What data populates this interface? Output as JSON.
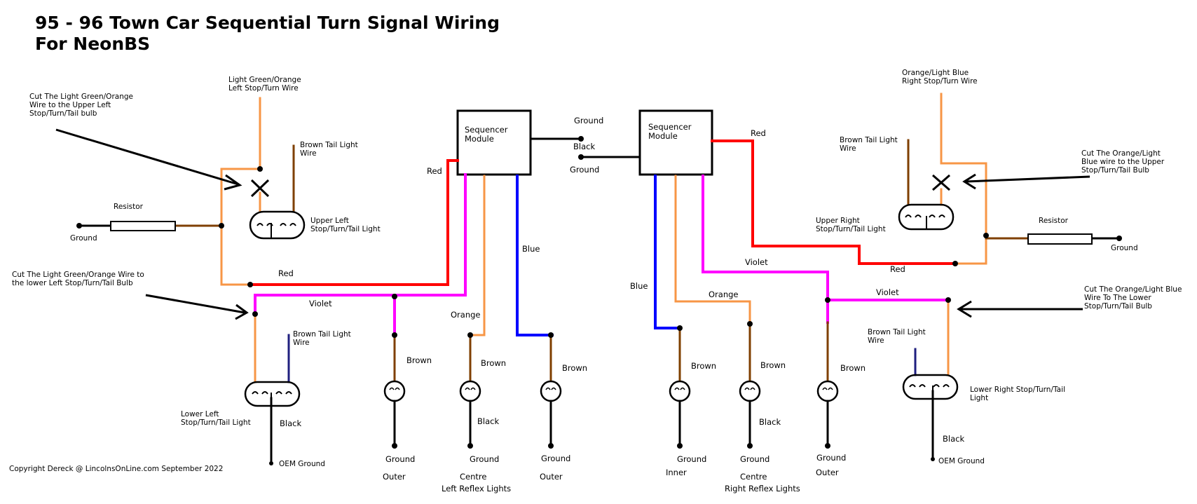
{
  "title": {
    "line1": "95 - 96 Town Car Sequential Turn Signal Wiring",
    "line2": "For NeonBS"
  },
  "copyright": "Copyright Dereck @ LincolnsOnLine.com September 2022",
  "colors": {
    "red": "#ff0000",
    "violet": "#ff00ff",
    "orange": "#f79646",
    "blue": "#0000ff",
    "brown": "#7f3f00",
    "black": "#000000",
    "navy": "#1f1f7f"
  },
  "modules": {
    "left": {
      "line1": "Sequencer",
      "line2": "Module"
    },
    "right": {
      "line1": "Sequencer",
      "line2": "Module"
    }
  },
  "center_labels": {
    "ground_top": "Ground",
    "black": "Black",
    "ground_bottom": "Ground"
  },
  "left_side": {
    "cut_upper": {
      "line1": "Cut The Light Green/Orange",
      "line2": "Wire to the Upper Left",
      "line3": "Stop/Turn/Tail bulb"
    },
    "stop_turn_wire": {
      "line1": "Light Green/Orange",
      "line2": "Left Stop/Turn Wire"
    },
    "brown_tail_upper": {
      "line1": "Brown Tail Light",
      "line2": "Wire"
    },
    "resistor": "Resistor",
    "ground": "Ground",
    "upper_bulb": {
      "line1": "Upper Left",
      "line2": "Stop/Turn/Tail Light"
    },
    "red": "Red",
    "cut_lower": {
      "line1": "Cut The Light Green/Orange Wire to",
      "line2": "the lower Left Stop/Turn/Tail Bulb"
    },
    "violet": "Violet",
    "brown_tail_lower": {
      "line1": "Brown Tail Light",
      "line2": "Wire"
    },
    "lower_bulb": {
      "line1": "Lower Left",
      "line2": "Stop/Turn/Tail Light"
    },
    "black": "Black",
    "oem_ground": "OEM Ground",
    "module_red": "Red",
    "module_orange": "Orange",
    "module_blue": "Blue"
  },
  "left_reflex": {
    "group_label": "Left Reflex Lights",
    "lights": [
      {
        "wire": "Brown",
        "ground": "Ground",
        "position": "Outer"
      },
      {
        "wire": "Brown",
        "black": "Black",
        "ground": "Ground",
        "position": "Centre"
      },
      {
        "wire": "Brown",
        "ground": "Ground",
        "position": "Outer"
      }
    ]
  },
  "right_side": {
    "stop_turn_wire": {
      "line1": "Orange/Light Blue",
      "line2": "Right Stop/Turn Wire"
    },
    "brown_tail_upper": {
      "line1": "Brown Tail Light",
      "line2": "Wire"
    },
    "cut_upper": {
      "line1": "Cut The Orange/Light",
      "line2": "Blue wire to the Upper",
      "line3": "Stop/Turn/Tail Bulb"
    },
    "upper_bulb": {
      "line1": "Upper Right",
      "line2": "Stop/Turn/Tail Light"
    },
    "resistor": "Resistor",
    "ground": "Ground",
    "red": "Red",
    "module_red": "Red",
    "violet": "Violet",
    "violet2": "Violet",
    "cut_lower": {
      "line1": "Cut The Orange/Light Blue",
      "line2": "Wire To The Lower",
      "line3": "Stop/Turn/Tail Bulb"
    },
    "brown_tail_lower": {
      "line1": "Brown Tail Light",
      "line2": "Wire"
    },
    "lower_bulb": {
      "line1": "Lower Right Stop/Turn/Tail",
      "line2": "Light"
    },
    "black": "Black",
    "oem_ground": "OEM Ground",
    "module_blue": "Blue",
    "module_orange": "Orange"
  },
  "right_reflex": {
    "group_label": "Right Reflex Lights",
    "lights": [
      {
        "wire": "Brown",
        "ground": "Ground",
        "position": "Inner"
      },
      {
        "wire": "Brown",
        "black": "Black",
        "ground": "Ground",
        "position": "Centre"
      },
      {
        "wire": "Brown",
        "ground": "Ground",
        "position": "Outer"
      }
    ]
  }
}
